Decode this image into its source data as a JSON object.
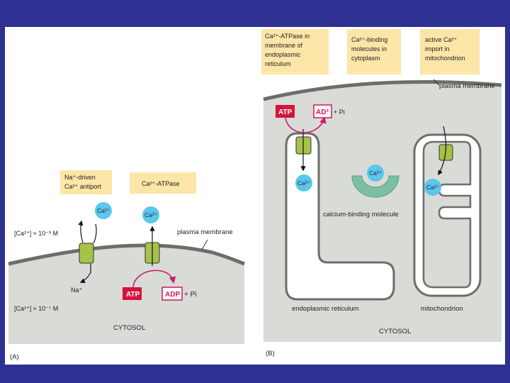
{
  "panel_a": {
    "caption": "(A)",
    "transporter_labels": [
      {
        "lines": [
          "Na⁺-driven",
          "Ca²⁺ antiport"
        ]
      },
      {
        "lines": [
          "Ca²⁺-ATPase"
        ]
      }
    ],
    "conc_outside": "[Ca²⁺] ≈ 10⁻³ M",
    "conc_inside": "[Ca²⁺] ≈ 10⁻⁷ M",
    "membrane_label": "plasma membrane",
    "cytosol_label": "CYTOSOL",
    "ion_na": "Na⁺",
    "ion_ca": "Ca²⁺",
    "atp": "ATP",
    "adp": "ADP",
    "pi": "+ Pi"
  },
  "panel_b": {
    "caption": "(B)",
    "header_boxes": [
      {
        "lines": [
          "Ca²⁺-ATPase in",
          "membrane of",
          "endoplasmic",
          "reticulum"
        ]
      },
      {
        "lines": [
          "Ca²⁺-binding",
          "molecules in",
          "cytoplasm"
        ]
      },
      {
        "lines": [
          "active Ca²⁺",
          "import in",
          "mitochondrion"
        ]
      }
    ],
    "membrane_label": "plasma membrane",
    "atp": "ATP",
    "adp": "AD³",
    "pi": "+ Pi",
    "ion_ca": "Ca²⁺",
    "binding_label": "calcium-binding molecule",
    "er_label": "endoplasmic reticulum",
    "mito_label": "mitochondrion",
    "cytosol_label": "CYTOSOL"
  },
  "colors": {
    "background": "#2e3192",
    "panel": "#ffffff",
    "cytosol": "#d9dbd7",
    "membrane": "#6c6e6a",
    "transporter": "#a5c24a",
    "calcium": "#5cc6ee",
    "atp": "#d4143c",
    "adp_border": "#d4145a",
    "arrow": "#c41f6e",
    "header_box": "#fbe6a8",
    "binding_molecule": "#7dbfa3"
  }
}
